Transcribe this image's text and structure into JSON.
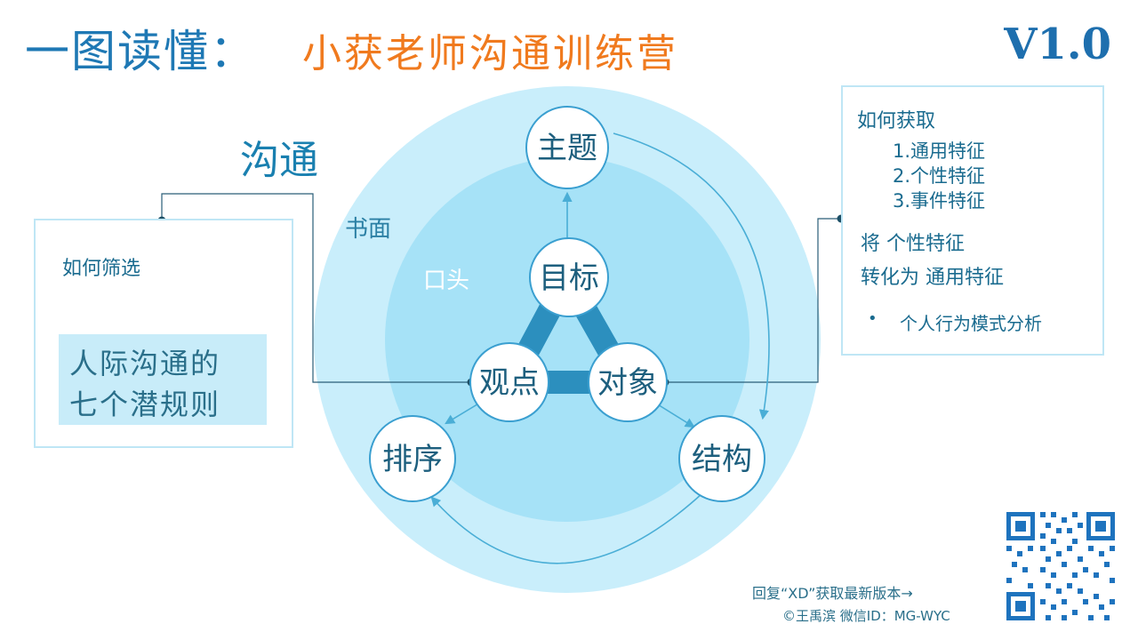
{
  "header": {
    "title_main": "一图读懂：",
    "title_sub": "小获老师沟通训练营",
    "version": "V1.0"
  },
  "diagram": {
    "outer_label": "沟通",
    "ring_written_label": "书面",
    "ring_oral_label": "口头",
    "nodes": {
      "topic": "主题",
      "goal": "目标",
      "viewpoint": "观点",
      "audience": "对象",
      "ordering": "排序",
      "structure": "结构"
    }
  },
  "left_panel": {
    "title": "如何筛选",
    "highlight_line1": "人际沟通的",
    "highlight_line2": "七个潜规则"
  },
  "right_panel": {
    "title": "如何获取",
    "items": [
      "1.通用特征",
      "2.个性特征",
      "3.事件特征"
    ],
    "convert_line1": "将 个性特征",
    "convert_line2": "转化为 通用特征",
    "bullet": "•",
    "bullet_text": "个人行为模式分析"
  },
  "footer": {
    "reply_text": "回复“XD”获取最新版本→",
    "credit_text": "©王禹滨 微信ID：MG-WYC"
  },
  "colors": {
    "title_blue": "#1e78b4",
    "title_orange": "#f07a1e",
    "outer_ring": "#c9eefb",
    "middle_ring": "#a6e2f7",
    "inner_disc": "#8ed8f5",
    "triangle": "#2c8fbe",
    "node_border": "#3a9fd0"
  },
  "icons": {
    "qr": "qr-code-icon"
  }
}
